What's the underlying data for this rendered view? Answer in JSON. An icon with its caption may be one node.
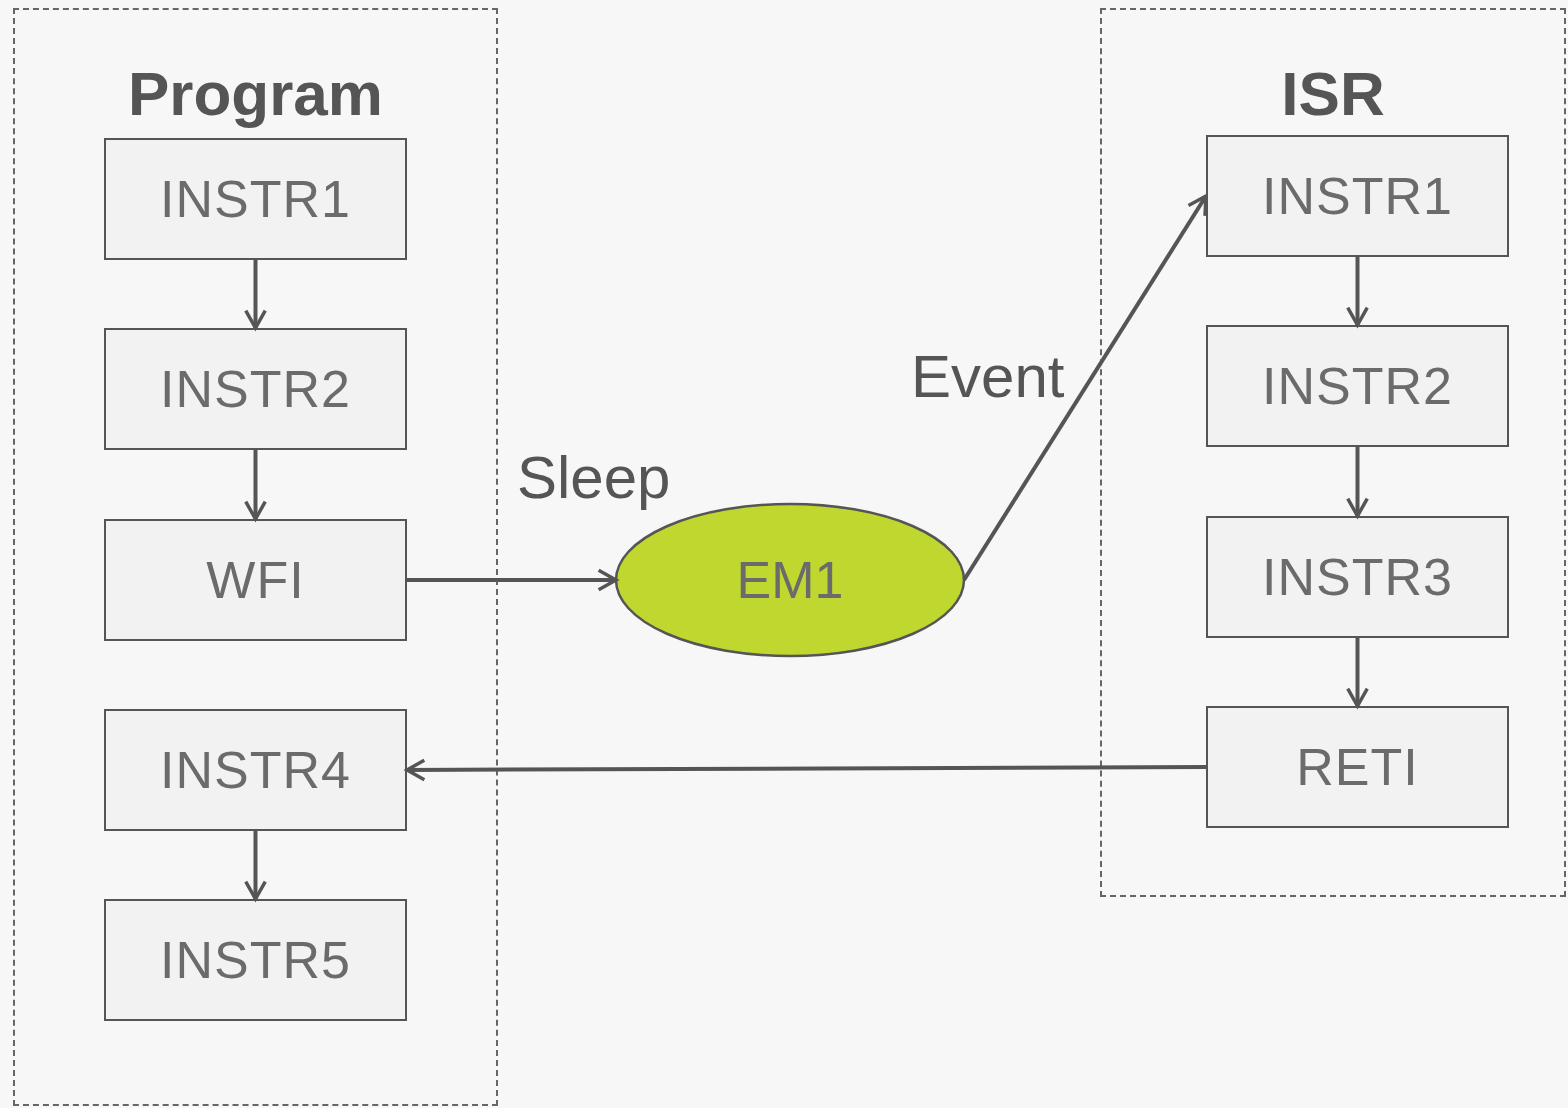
{
  "diagram": {
    "nodes": [
      {
        "text": [
          "Program"
        ]
      },
      {
        "text": [
          "INSTR1"
        ],
        "in": 0
      },
      {
        "text": [
          "INSTR2"
        ],
        "in": 0
      },
      {
        "text": [
          "WFI"
        ],
        "in": 0
      },
      {
        "text": [
          "INSTR4"
        ],
        "in": 0
      },
      {
        "text": [
          "INSTR5"
        ],
        "in": 0
      },
      {
        "text": [
          "EM1"
        ]
      },
      {
        "text": [
          "ISR"
        ]
      },
      {
        "text": [
          "INSTR1"
        ],
        "in": 7
      },
      {
        "text": [
          "INSTR2"
        ],
        "in": 7
      },
      {
        "text": [
          "INSTR3"
        ],
        "in": 7
      },
      {
        "text": [
          "RETI"
        ],
        "in": 7
      }
    ],
    "edges": [
      {
        "from": 1,
        "to": 2,
        "arrow": "to"
      },
      {
        "from": 2,
        "to": 3,
        "arrow": "to"
      },
      {
        "from": 3,
        "to": 6,
        "arrow": "to",
        "label": "Sleep"
      },
      {
        "from": 6,
        "to": 8,
        "arrow": "to",
        "label": "Event"
      },
      {
        "from": 8,
        "to": 9,
        "arrow": "to"
      },
      {
        "from": 9,
        "to": 10,
        "arrow": "to"
      },
      {
        "from": 10,
        "to": 11,
        "arrow": "to"
      },
      {
        "from": 11,
        "to": 4,
        "arrow": "to"
      },
      {
        "from": 4,
        "to": 5,
        "arrow": "to"
      }
    ]
  }
}
